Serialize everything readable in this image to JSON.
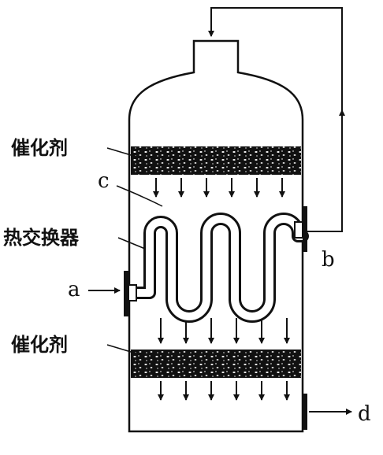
{
  "labels": {
    "catalyst_top": "催化剂",
    "catalyst_bottom": "催化剂",
    "heat_exchanger": "热交换器",
    "c": "c",
    "a": "a",
    "b": "b",
    "d": "d"
  }
}
